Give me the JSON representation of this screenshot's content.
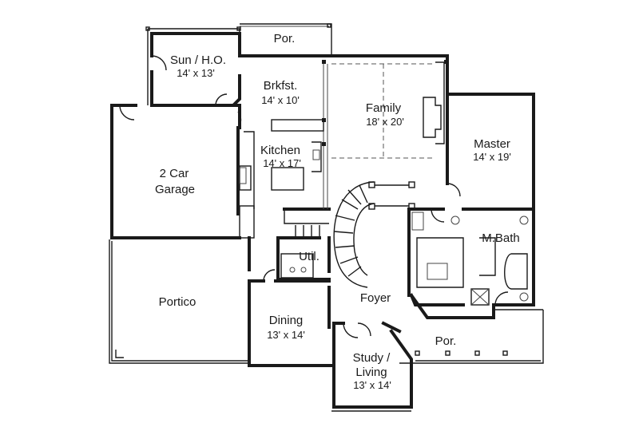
{
  "rooms": [
    {
      "key": "sun",
      "name": "Sun / H.O.",
      "dim": "14' x 13'"
    },
    {
      "key": "porch_top",
      "name": "Por.",
      "dim": ""
    },
    {
      "key": "breakfast",
      "name": "Brkfst.",
      "dim": "14' x 10'"
    },
    {
      "key": "family",
      "name": "Family",
      "dim": "18' x 20'"
    },
    {
      "key": "kitchen",
      "name": "Kitchen",
      "dim": "14' x 17'"
    },
    {
      "key": "master",
      "name": "Master",
      "dim": "14' x 19'"
    },
    {
      "key": "garage",
      "name": "2 Car Garage",
      "dim": ""
    },
    {
      "key": "master_bath",
      "name": "M.Bath",
      "dim": ""
    },
    {
      "key": "utility",
      "name": "Util.",
      "dim": ""
    },
    {
      "key": "portico",
      "name": "Portico",
      "dim": ""
    },
    {
      "key": "foyer",
      "name": "Foyer",
      "dim": ""
    },
    {
      "key": "dining",
      "name": "Dining",
      "dim": "13' x 14'"
    },
    {
      "key": "porch_front",
      "name": "Por.",
      "dim": ""
    },
    {
      "key": "study",
      "name": "Study / Living",
      "dim": "13' x 14'"
    }
  ],
  "labels": {
    "sun_name": "Sun / H.O.",
    "sun_dim": "14' x 13'",
    "porch_top": "Por.",
    "breakfast_name": "Brkfst.",
    "breakfast_dim": "14' x 10'",
    "family_name": "Family",
    "family_dim": "18' x 20'",
    "kitchen_name": "Kitchen",
    "kitchen_dim": "14' x 17'",
    "master_name": "Master",
    "master_dim": "14' x 19'",
    "garage_line1": "2 Car",
    "garage_line2": "Garage",
    "master_bath": "M.Bath",
    "utility": "Util.",
    "portico": "Portico",
    "foyer": "Foyer",
    "dining_name": "Dining",
    "dining_dim": "13' x 14'",
    "porch_front": "Por.",
    "study_line1": "Study /",
    "study_line2": "Living",
    "study_dim": "13' x 14'"
  }
}
